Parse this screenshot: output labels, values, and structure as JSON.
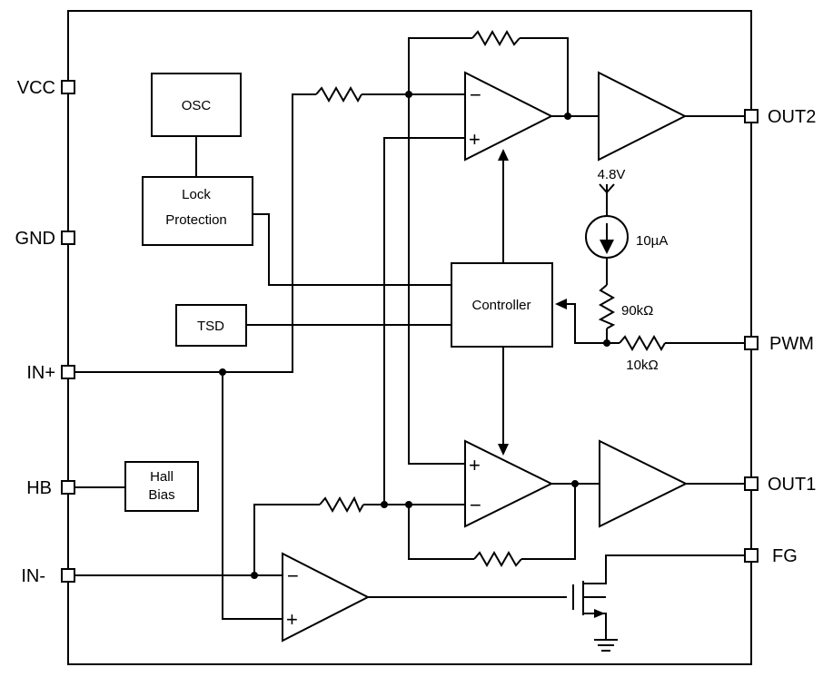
{
  "pins": {
    "vcc": "VCC",
    "gnd": "GND",
    "in_plus": "IN+",
    "hb": "HB",
    "in_minus": "IN-",
    "out2": "OUT2",
    "pwm": "PWM",
    "out1": "OUT1",
    "fg": "FG"
  },
  "blocks": {
    "osc": "OSC",
    "lock_line1": "Lock",
    "lock_line2": "Protection",
    "tsd": "TSD",
    "controller": "Controller",
    "hall_line1": "Hall",
    "hall_line2": "Bias"
  },
  "values": {
    "supply": "4.8V",
    "current": "10µA",
    "r_90k": "90kΩ",
    "r_10k": "10kΩ"
  },
  "opamp_signs": {
    "minus": "−",
    "plus": "+"
  }
}
